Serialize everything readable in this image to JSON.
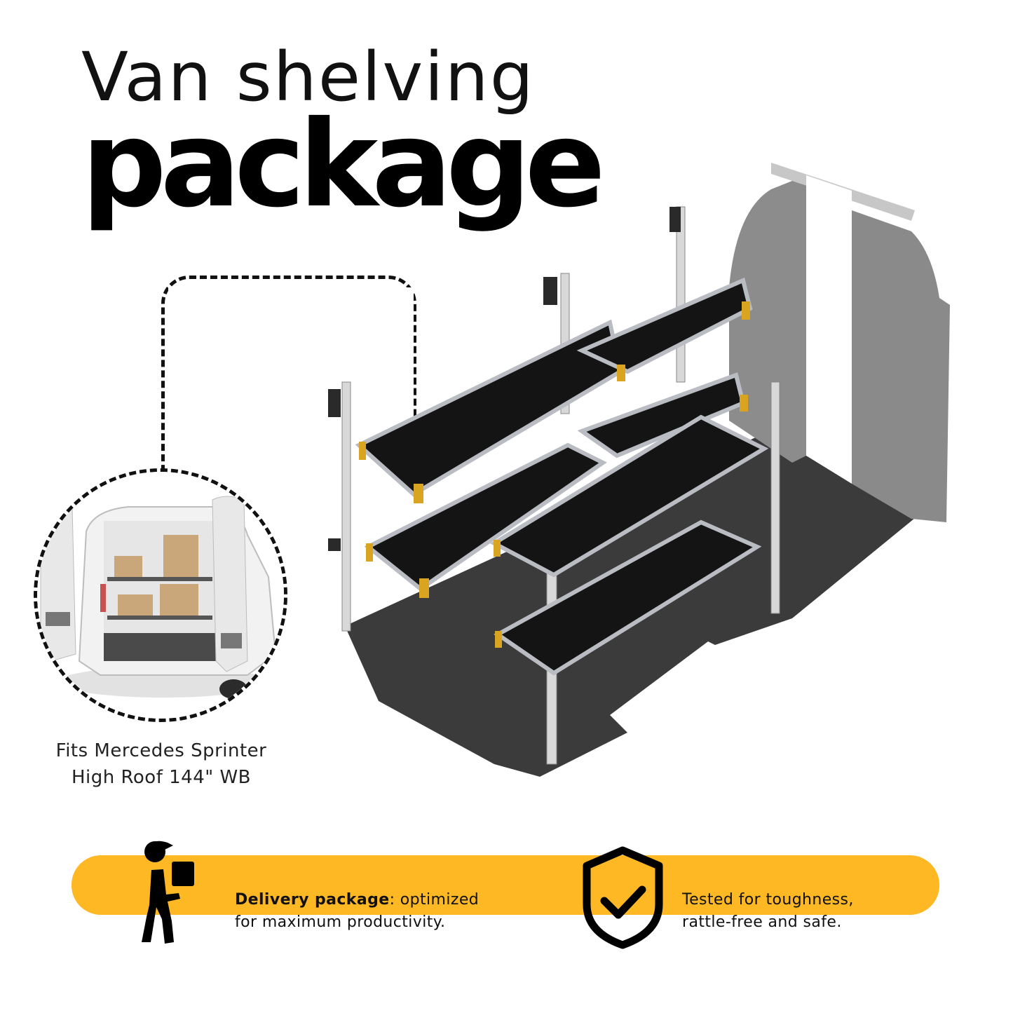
{
  "header": {
    "title_line1": "Van shelving",
    "title_line2": "package"
  },
  "inset": {
    "caption_line1": "Fits Mercedes Sprinter",
    "caption_line2": "High Roof 144\" WB",
    "image": "van-rear-open-doors-with-shelving"
  },
  "product_image": "van-shelving-3d-render",
  "features": [
    {
      "icon": "delivery-person-icon",
      "bold": "Delivery package",
      "text": ": optimized",
      "line2": "for maximum productivity."
    },
    {
      "icon": "shield-check-icon",
      "text": "Tested for toughness,",
      "line2": "rattle-free and safe."
    }
  ],
  "colors": {
    "banner": "#fdb824",
    "text": "#111111",
    "shelf_surface": "#141414",
    "floor": "#3b3b3b",
    "partition": "#8e8e8e",
    "bracket_accent": "#d9a520"
  }
}
